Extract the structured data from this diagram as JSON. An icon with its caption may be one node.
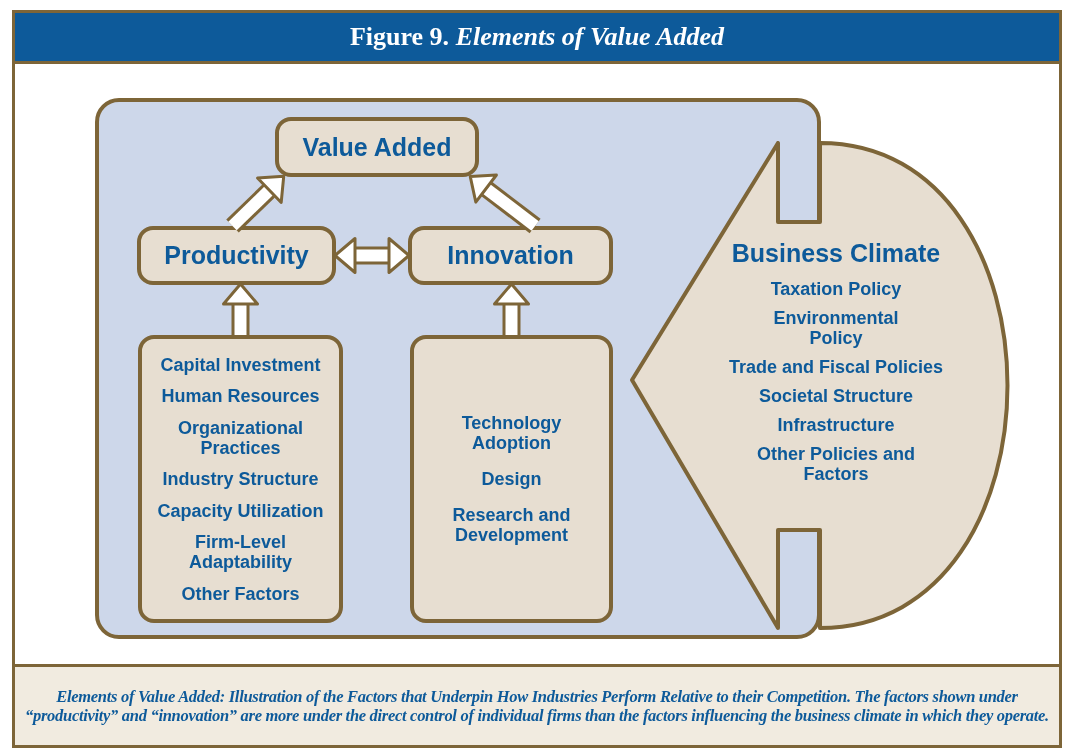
{
  "diagram": {
    "title": "Figure 9. *Elements of Value Added*",
    "caption": "Elements of Value Added: Illustration of the Factors that Underpin How Industries Perform Relative to their Competition. The factors shown under “productivity” and “innovation” are more under the direct control of individual firms than the factors influencing the business climate in which they operate.",
    "nodes": [
      {
        "text": [],
        "shape": "box"
      },
      {
        "text": [
          "Value Added"
        ],
        "in": 0
      },
      {
        "text": [
          "Productivity"
        ],
        "in": 0
      },
      {
        "text": [
          "Innovation"
        ],
        "in": 0
      },
      {
        "text": [
          "Capital Investment",
          "Human Resources",
          "Organizational Practices",
          "Industry Structure",
          "Capacity Utilization",
          "Firm-Level Adaptability",
          "Other Factors"
        ],
        "in": 0
      },
      {
        "text": [
          "Technology Adoption",
          "Design",
          "Research and Development"
        ],
        "in": 0
      },
      {
        "text": [
          "Business Climate",
          "Taxation Policy",
          "Environmental Policy",
          "Trade and Fiscal Policies",
          "Societal Structure",
          "Infrastructure",
          "Other Policies and Factors"
        ]
      }
    ],
    "edges": [
      {
        "from": 2,
        "to": 1,
        "arrow": "to"
      },
      {
        "from": 3,
        "to": 1,
        "arrow": "to"
      },
      {
        "from": 2,
        "to": 3,
        "arrow": "both"
      },
      {
        "from": 4,
        "to": 2,
        "arrow": "to"
      },
      {
        "from": 5,
        "to": 3,
        "arrow": "to"
      }
    ]
  }
}
